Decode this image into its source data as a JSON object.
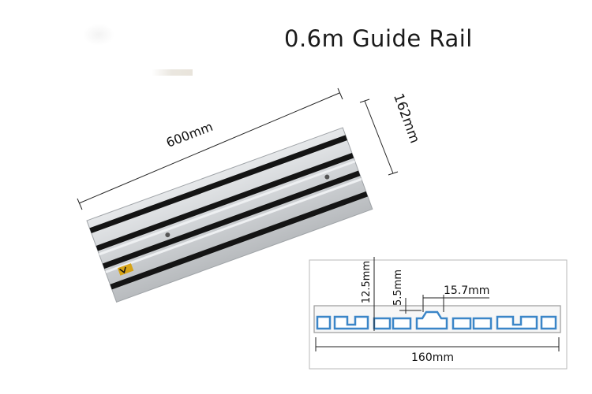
{
  "title": "0.6m Guide Rail",
  "dimensions": {
    "length": "600mm",
    "width": "162mm"
  },
  "profile": {
    "height_label": "12.5mm",
    "slot_depth_label": "5.5mm",
    "slot_width_label": "15.7mm",
    "profile_width_label": "160mm"
  },
  "colors": {
    "rail_body": "#d4d6d8",
    "rail_strip": "#141414",
    "profile_blue": "#3b86c8",
    "profile_outline": "#9a9a9a"
  }
}
